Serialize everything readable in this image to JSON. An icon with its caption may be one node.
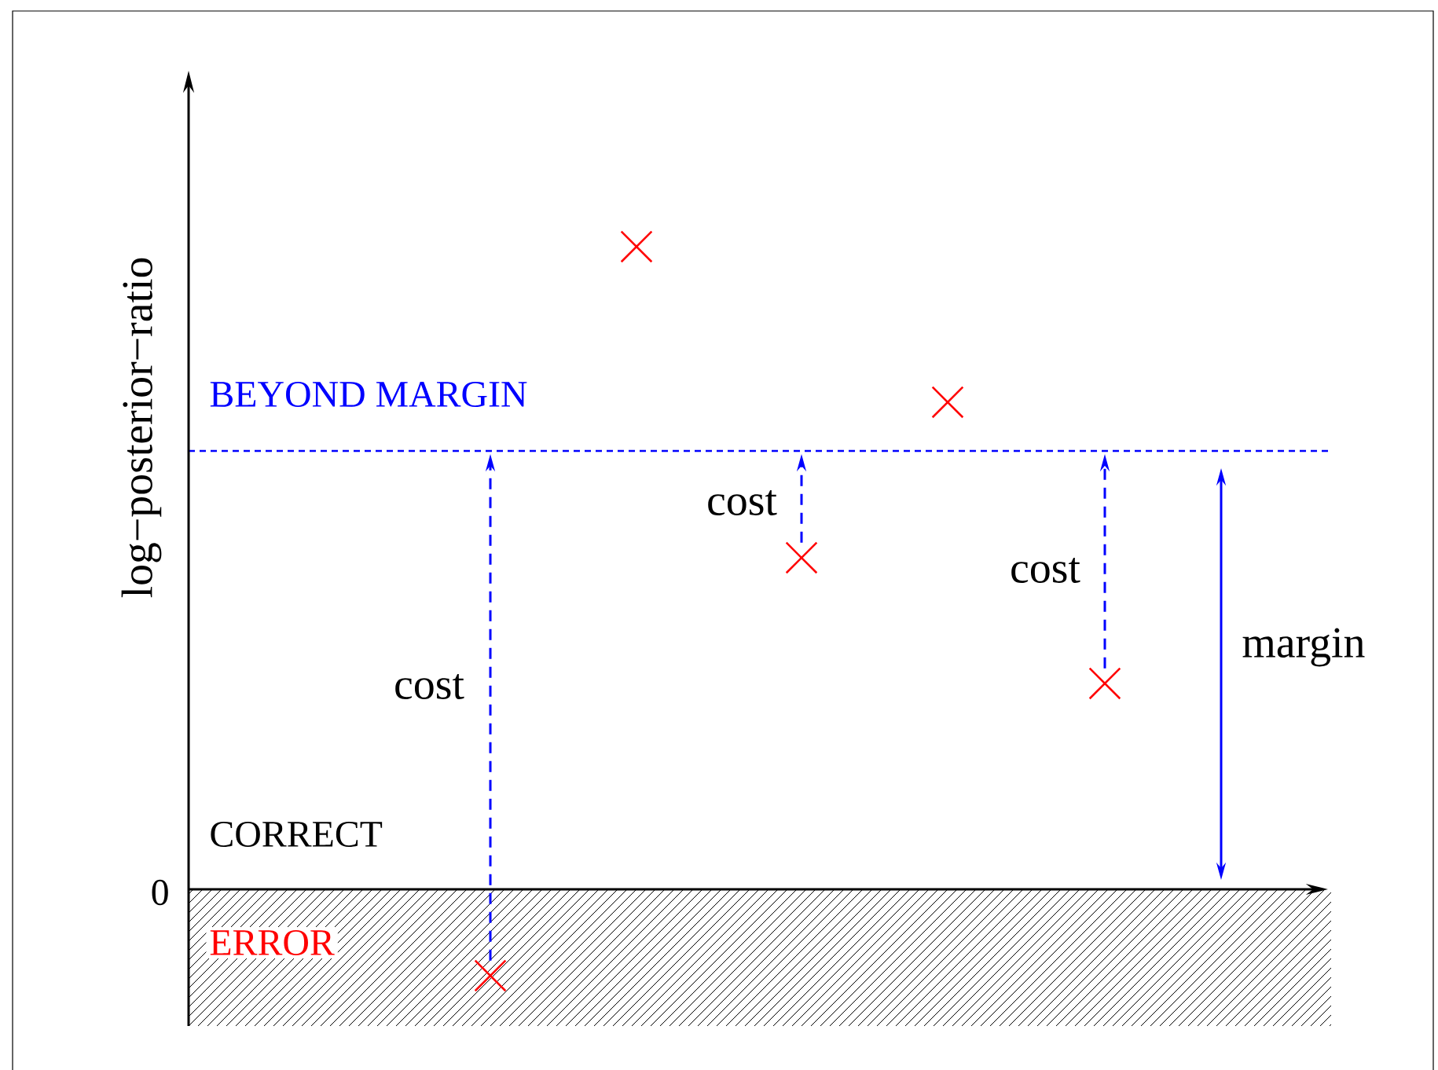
{
  "diagram": {
    "nodes": [
      {
        "text": [],
        "shape": "cross"
      },
      {
        "text": [],
        "shape": "cross"
      },
      {
        "text": [],
        "shape": "cross"
      },
      {
        "text": [],
        "shape": "cross"
      },
      {
        "text": [],
        "shape": "cross"
      }
    ],
    "edges": [
      {
        "from": 4,
        "to": null,
        "arrow": "to",
        "style": "dashed",
        "label": "cost"
      },
      {
        "from": 2,
        "to": null,
        "arrow": "to",
        "style": "dashed",
        "label": "cost"
      },
      {
        "from": 3,
        "to": null,
        "arrow": "to",
        "style": "dashed",
        "label": "cost"
      }
    ],
    "labels": [
      "log−posterior−ratio",
      "BEYOND MARGIN",
      "CORRECT",
      "0",
      "ERROR",
      "margin"
    ]
  }
}
